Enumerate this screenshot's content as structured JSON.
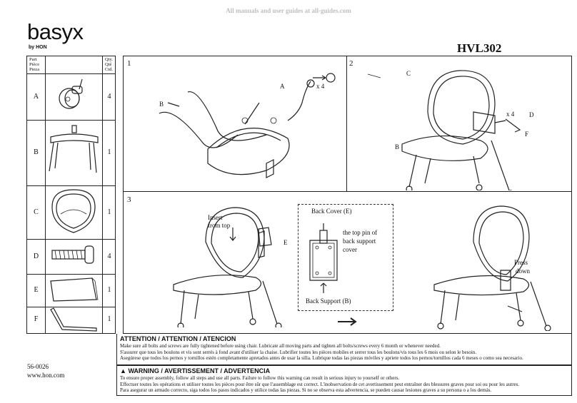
{
  "watermark": "All manuals and user guides at all-guides.com",
  "brand": {
    "name": "basyx",
    "sub": "by HON"
  },
  "model": "HVL302",
  "parts_header": {
    "part": [
      "Part",
      "Pièce",
      "Pieza"
    ],
    "qty": [
      "Qty.",
      "Qté",
      "Ctd."
    ]
  },
  "parts": [
    {
      "letter": "A",
      "qty": "4",
      "icon": "caster-icon"
    },
    {
      "letter": "B",
      "qty": "1",
      "icon": "seat-base-icon"
    },
    {
      "letter": "C",
      "qty": "1",
      "icon": "chair-back-icon"
    },
    {
      "letter": "D",
      "qty": "4",
      "icon": "bolt-icon"
    },
    {
      "letter": "E",
      "qty": "1",
      "icon": "back-cover-icon"
    },
    {
      "letter": "F",
      "qty": "1",
      "icon": "allen-wrench-icon"
    }
  ],
  "steps": [
    {
      "num": "1",
      "labels": {
        "a": "A",
        "x4": "x 4",
        "b": "B"
      }
    },
    {
      "num": "2",
      "labels": {
        "c": "C",
        "x4": "x 4",
        "d": "D",
        "f": "F",
        "b": "B"
      }
    },
    {
      "num": "3",
      "labels": {
        "insert": "Insert",
        "from_top": "from top",
        "e": "E",
        "back_cover": "Back Cover (E)",
        "pin1": "the top pin of",
        "pin2": "back support",
        "pin3": "cover",
        "back_support": "Back Support (B)",
        "press": "Press",
        "down": "down"
      }
    }
  ],
  "attention": {
    "title": "ATTENTION / ATTENTION / ATENCION",
    "lines": [
      "Make sure all bolts and screws are fully tightened before using chair. Lubricate all moving parts and tighten all bolts/screws every 6 month or whenever needed.",
      "S'assurer que tous les boulons et vis sont serrés à fond avant d'utiliser la chaise. Lubrifier toutes les pièces mobiles et serrer tous les boulons/vis tous les 6 mois ou selon le besoin.",
      "Asegúrese que todos los pernos y tornillos estén completamente apretados antes de usar la silla. Lubrique todas las piezas móviles y apriete todos los pernos/tornillos cada 6 meses o como sea necesario."
    ]
  },
  "warning": {
    "title": "WARNING / AVERTISSEMENT / ADVERTENCIA",
    "lines": [
      "To ensure proper assembly, follow all steps and use all parts. Failure to follow this warning can result in serious injury to yourself or others.",
      "Effectuer toutes les opérations et utiliser toutes les pièces pour être sûr que l'assemblage est correct. L'inobservation de cet avertissement peut entraîner des blessures graves pour soi ou pour les autres.",
      "Para asegurar un armado correcto, siga todos los pasos indicados y utilice todas las piezas. Si no se observa esta advertencia, se pueden causar lesiones graves a su persona o a los demás."
    ]
  },
  "doc_number": "56-0026",
  "website": "www.hon.com"
}
